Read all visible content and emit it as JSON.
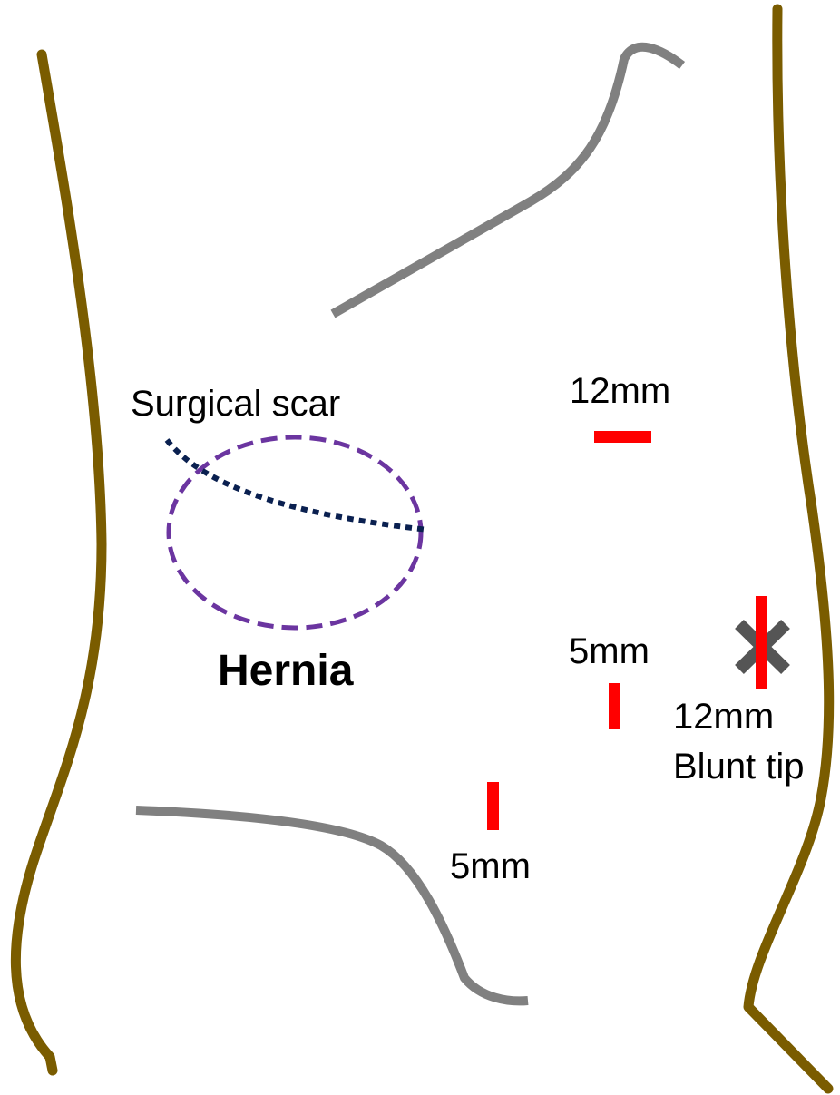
{
  "colors": {
    "body_outline": "#7a5c00",
    "rib_and_groin": "#808080",
    "hernia": "#6b35a0",
    "scar": "#0a2050",
    "port": "#ff0000",
    "x_mark": "#555555"
  },
  "labels": {
    "surgical_scar": "Surgical scar",
    "hernia": "Hernia",
    "port_top": "12mm",
    "port_mid_right": "5mm",
    "port_bottom": "5mm",
    "port_right_size": "12mm",
    "port_right_type": "Blunt tip"
  },
  "icons": {
    "x_mark": "x-mark-icon"
  }
}
